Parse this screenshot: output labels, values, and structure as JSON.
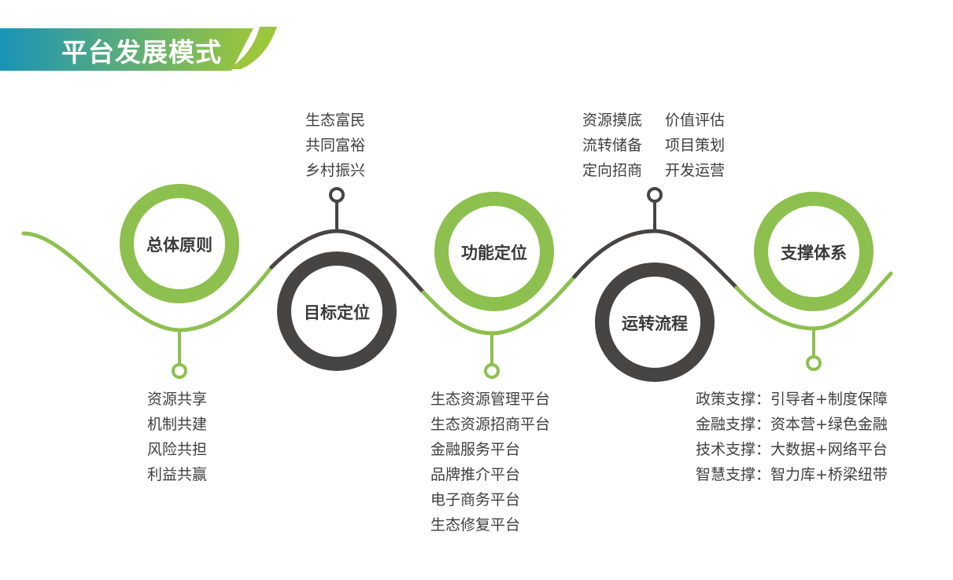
{
  "header": {
    "title": "平台发展模式"
  },
  "colors": {
    "green": "#8dc04f",
    "dark": "#474444",
    "banner_start": "#1a93b9",
    "banner_end": "#9cc63b"
  },
  "nodes": [
    {
      "label": "总体原则",
      "color": "green",
      "lines": [
        "资源共享",
        "机制共建",
        "风险共担",
        "利益共赢"
      ]
    },
    {
      "label": "目标定位",
      "color": "dark",
      "lines": [
        "生态富民",
        "共同富裕",
        "乡村振兴"
      ]
    },
    {
      "label": "功能定位",
      "color": "green",
      "lines": [
        "生态资源管理平台",
        "生态资源招商平台",
        "金融服务平台",
        "品牌推介平台",
        "电子商务平台",
        "生态修复平台"
      ]
    },
    {
      "label": "运转流程",
      "color": "dark",
      "lines_col1": [
        "资源摸底",
        "流转储备",
        "定向招商"
      ],
      "lines_col2": [
        "价值评估",
        "项目策划",
        "开发运营"
      ]
    },
    {
      "label": "支撑体系",
      "color": "green",
      "lines": [
        "政策支撑：引导者+制度保障",
        "金融支撑：资本营+绿色金融",
        "技术支撑：大数据+网络平台",
        "智慧支撑：智力库+桥梁纽带"
      ]
    }
  ]
}
